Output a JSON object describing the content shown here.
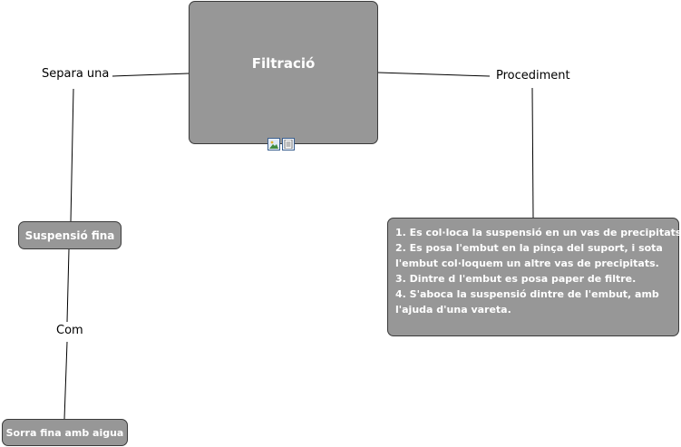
{
  "map": {
    "main_concept": "Filtració",
    "link_separa": "Separa una",
    "link_procediment": "Procediment",
    "link_com": "Com",
    "concept_suspensio": "Suspensió fina",
    "concept_sorra": "Sorra fina amb aigua",
    "procedure_lines": [
      "1. Es col·loca la suspensió en un vas de precipitats.",
      "2. Es posa l'embut en la pinça del suport, i sota",
      "l'embut col·loquem un altre vas de precipitats.",
      "3. Dintre d l'embut es posa paper de filtre.",
      "4. S'aboca la suspensió dintre de l'embut, amb",
      "l'ajuda d'una vareta."
    ],
    "resource_icons": [
      "image-resource-icon",
      "document-resource-icon"
    ]
  },
  "colors": {
    "node_fill": "#979797",
    "node_border": "#3a3a3a",
    "node_text": "#ffffff",
    "connector": "#000000"
  }
}
